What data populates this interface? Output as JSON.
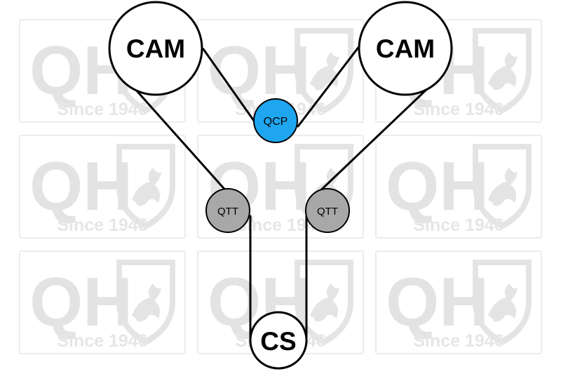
{
  "watermark": {
    "letters": "QH",
    "since": "Since 1946",
    "color": "#e3e3e3"
  },
  "components": {
    "cam_left": {
      "label": "CAM"
    },
    "cam_right": {
      "label": "CAM"
    },
    "pump": {
      "label": "QCP",
      "color": "#1ea7f0"
    },
    "tensioner_left": {
      "label": "QTT",
      "color": "#a8a8a8"
    },
    "tensioner_right": {
      "label": "QTT",
      "color": "#a8a8a8"
    },
    "crankshaft": {
      "label": "CS"
    }
  },
  "colors": {
    "belt": "#000000",
    "background": "#ffffff"
  }
}
